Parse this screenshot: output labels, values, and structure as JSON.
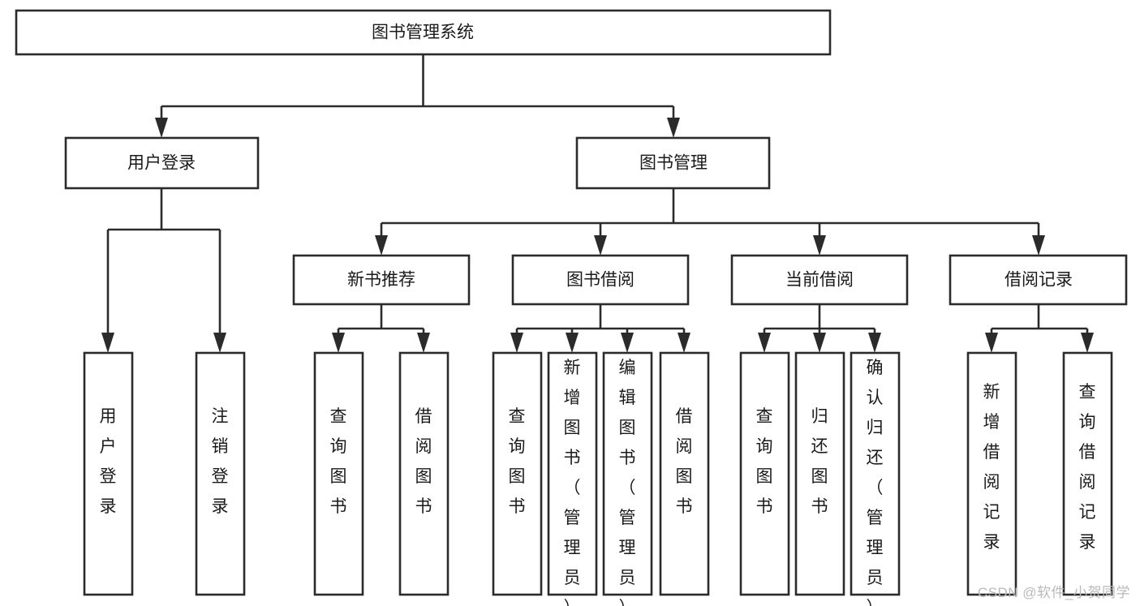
{
  "diagram": {
    "type": "tree",
    "title": "图书管理系统",
    "orientation": "top-down",
    "watermark": "CSDN @软件_小贺同学",
    "colors": {
      "box_stroke": "#2b2b2b",
      "box_fill": "#ffffff",
      "text": "#1a1a1a",
      "background": "#ffffff",
      "watermark": "#b9b9b9"
    },
    "levels": {
      "root": {
        "label": "图书管理系统"
      },
      "level2": [
        {
          "label": "用户登录"
        },
        {
          "label": "图书管理"
        }
      ],
      "level3": [
        {
          "label": "新书推荐"
        },
        {
          "label": "图书借阅"
        },
        {
          "label": "当前借阅"
        },
        {
          "label": "借阅记录"
        }
      ],
      "leaves": [
        {
          "label": "用户登录",
          "parent": "用户登录"
        },
        {
          "label": "注销登录",
          "parent": "用户登录"
        },
        {
          "label": "查询图书",
          "parent": "新书推荐"
        },
        {
          "label": "借阅图书",
          "parent": "新书推荐"
        },
        {
          "label": "查询图书",
          "parent": "图书借阅"
        },
        {
          "label": "新增图书（管理员）",
          "parent": "图书借阅"
        },
        {
          "label": "编辑图书（管理员）",
          "parent": "图书借阅"
        },
        {
          "label": "借阅图书",
          "parent": "图书借阅"
        },
        {
          "label": "查询图书",
          "parent": "当前借阅"
        },
        {
          "label": "归还图书",
          "parent": "当前借阅"
        },
        {
          "label": "确认归还（管理员）",
          "parent": "当前借阅"
        },
        {
          "label": "新增借阅记录",
          "parent": "借阅记录"
        },
        {
          "label": "查询借阅记录",
          "parent": "借阅记录"
        }
      ]
    }
  }
}
